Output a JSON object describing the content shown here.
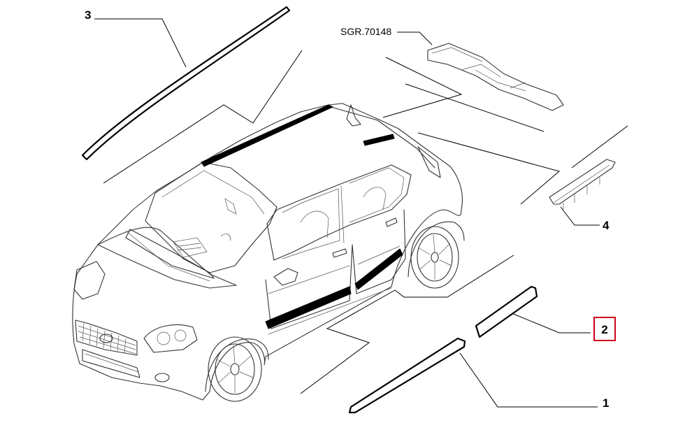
{
  "diagram": {
    "ref_code": "SGR.70148",
    "callouts": [
      {
        "id": "part-3",
        "label": "3",
        "highlighted": false
      },
      {
        "id": "part-4",
        "label": "4",
        "highlighted": false
      },
      {
        "id": "part-2",
        "label": "2",
        "highlighted": true
      },
      {
        "id": "part-1",
        "label": "1",
        "highlighted": false
      }
    ],
    "colors": {
      "line": "#000000",
      "highlight_box": "#d0021b",
      "background": "#ffffff"
    }
  }
}
